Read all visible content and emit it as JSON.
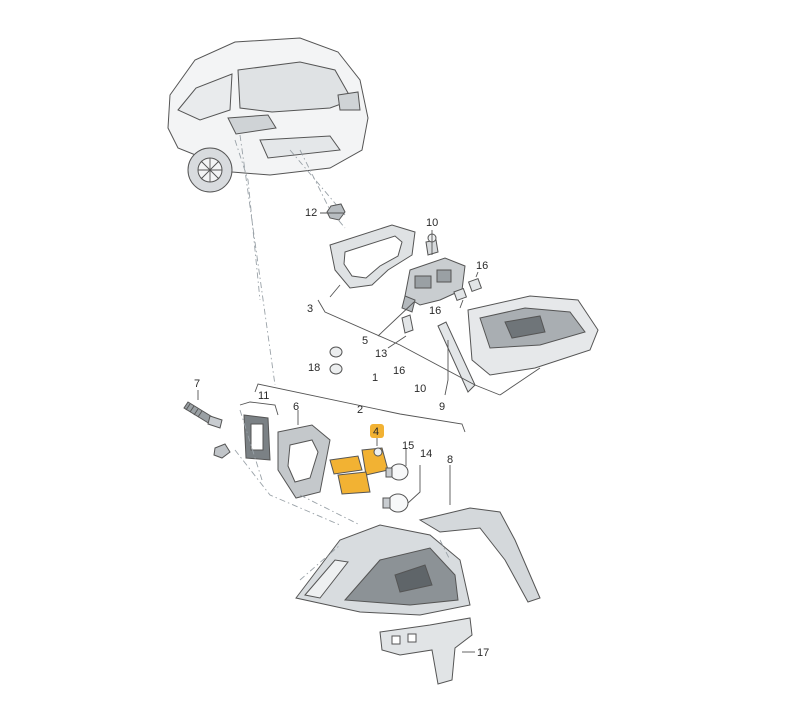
{
  "callouts": {
    "c1": "1",
    "c2": "2",
    "c3": "3",
    "c4": "4",
    "c5": "5",
    "c6": "6",
    "c7": "7",
    "c8": "8",
    "c9": "9",
    "c10a": "10",
    "c10b": "10",
    "c11": "11",
    "c12": "12",
    "c13": "13",
    "c14": "14",
    "c15": "15",
    "c16a": "16",
    "c16b": "16",
    "c16c": "16",
    "c17": "17",
    "c18": "18"
  },
  "colors": {
    "highlight": "#f2b233",
    "part_fill": "#eceeef",
    "part_dark": "#8c9296",
    "line": "#555555"
  }
}
